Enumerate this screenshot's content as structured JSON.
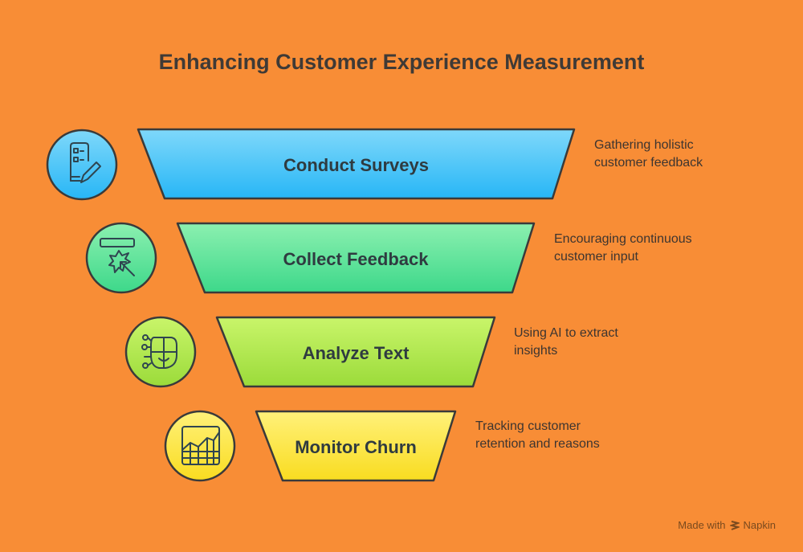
{
  "title": "Enhancing Customer Experience Measurement",
  "steps": [
    {
      "label": "Conduct Surveys",
      "description": "Gathering holistic customer feedback",
      "icon": "survey-clipboard-pencil-icon",
      "color_top": "#7FD8FA",
      "color_bottom": "#27B6F6"
    },
    {
      "label": "Collect Feedback",
      "description": "Encouraging continuous customer input",
      "icon": "feedback-click-icon",
      "color_top": "#8CF0B0",
      "color_bottom": "#3DD88A"
    },
    {
      "label": "Analyze Text",
      "description": "Using AI to extract insights",
      "icon": "ai-face-icon",
      "color_top": "#C9F56A",
      "color_bottom": "#9BDB3A"
    },
    {
      "label": "Monitor Churn",
      "description": "Tracking customer retention and reasons",
      "icon": "chart-grid-icon",
      "color_top": "#FFF17A",
      "color_bottom": "#F9DC20"
    }
  ],
  "footer": {
    "made_with": "Made with",
    "brand": "Napkin"
  }
}
